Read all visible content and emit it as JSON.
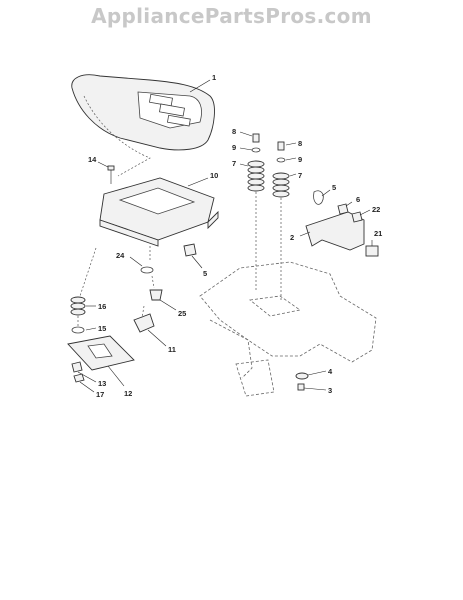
{
  "watermark": "AppliancePartsPros.com",
  "callouts": {
    "seat": "1",
    "bracket": "2",
    "bolt_lower": "3",
    "washer_lower": "4",
    "knob_mid": "5",
    "screw_small": "5",
    "nut_right": "6",
    "spring_left": "7",
    "spring_right": "7",
    "bolt_left_top": "8",
    "bolt_right_top": "8",
    "washer_left_top": "9",
    "washer_right_top": "9",
    "seat_pan": "10",
    "knob_lower": "11",
    "plate_lower": "12",
    "nut_lower": "13",
    "bolt_pan": "14",
    "washer_spring": "15",
    "spring_lower": "16",
    "bolt_plate": "17",
    "bolt_right": "21",
    "nut_right2": "22",
    "washer_mid": "24",
    "screw_mid": "25"
  }
}
